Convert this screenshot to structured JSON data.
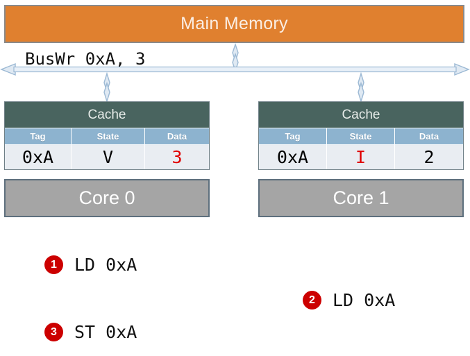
{
  "diagram": {
    "memory": {
      "label": "Main Memory",
      "color": "#e0802f"
    },
    "bus": {
      "annotation": "BusWr 0xA, 3",
      "arrow_color": "#9cb9d4"
    },
    "caches": [
      {
        "title": "Cache",
        "columns": [
          "Tag",
          "State",
          "Data"
        ],
        "row": {
          "tag": "0xA",
          "state": "V",
          "data": "3"
        },
        "state_highlight": false,
        "data_highlight": true,
        "core_label": "Core 0"
      },
      {
        "title": "Cache",
        "columns": [
          "Tag",
          "State",
          "Data"
        ],
        "row": {
          "tag": "0xA",
          "state": "I",
          "data": "2"
        },
        "state_highlight": true,
        "data_highlight": false,
        "core_label": "Core 1"
      }
    ],
    "instructions": [
      {
        "number": "1",
        "text": "LD 0xA"
      },
      {
        "number": "2",
        "text": "LD 0xA"
      },
      {
        "number": "3",
        "text": "ST 0xA"
      }
    ],
    "accent_colors": {
      "badge": "#cc0000",
      "highlight_text": "#e00000",
      "cache_header": "#49645f",
      "column_header": "#8db3cf",
      "core": "#a5a5a5"
    }
  }
}
